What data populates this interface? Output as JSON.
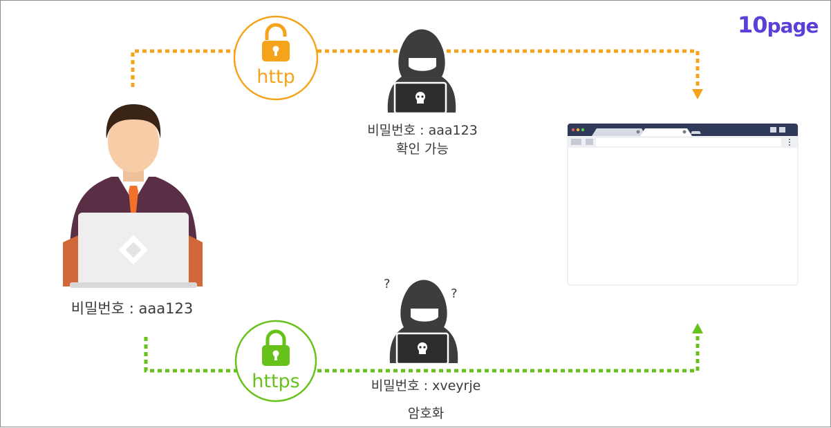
{
  "brand": {
    "logo_number": "10",
    "logo_text": "page"
  },
  "colors": {
    "http": "#f5a31a",
    "https": "#66c21a",
    "hacker": "#3d3d3d",
    "text": "#3a3a3a",
    "brand": "#5b3fd8"
  },
  "user": {
    "password_label": "비밀번호 : aaa123"
  },
  "http_path": {
    "protocol": "http",
    "icon": "lock-open-icon",
    "hacker_password": "비밀번호 : aaa123",
    "hacker_note": "확인 가능"
  },
  "https_path": {
    "protocol": "https",
    "icon": "lock-closed-icon",
    "hacker_marks": [
      "?",
      "?"
    ],
    "hacker_password": "비밀번호 : xveyrje",
    "hacker_note": "암호화"
  },
  "browser": {
    "icon": "browser-window-icon"
  }
}
